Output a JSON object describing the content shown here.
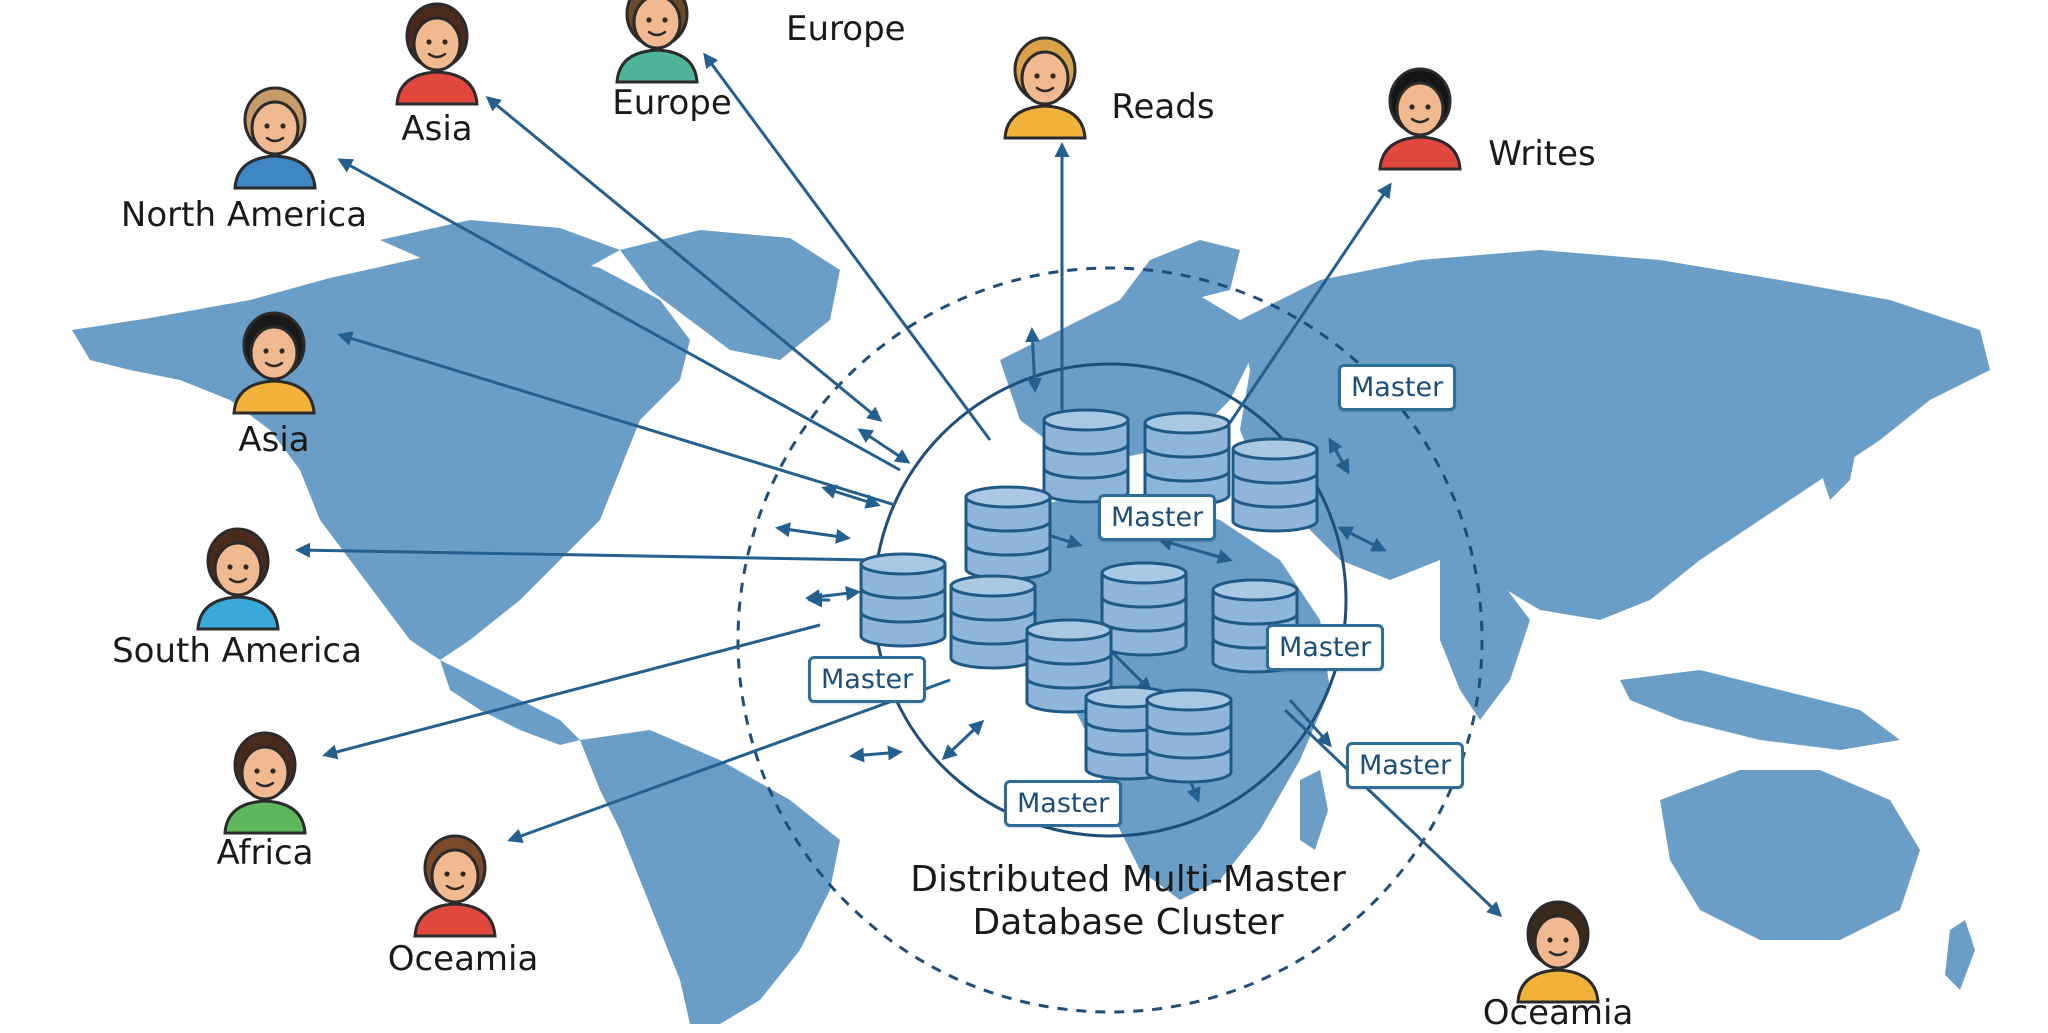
{
  "title": {
    "line1": "Distributed Multi-Master",
    "line2": "Database Cluster"
  },
  "users": [
    {
      "id": "asia-top",
      "label": "Asia"
    },
    {
      "id": "europe-top",
      "label": "Europe"
    },
    {
      "id": "europe-top-2",
      "label": "Europe"
    },
    {
      "id": "reads",
      "label": "Reads"
    },
    {
      "id": "writes",
      "label": "Writes"
    },
    {
      "id": "north-america",
      "label": "North America"
    },
    {
      "id": "asia-left",
      "label": "Asia"
    },
    {
      "id": "south-america",
      "label": "South America"
    },
    {
      "id": "africa",
      "label": "Africa"
    },
    {
      "id": "oceania-left",
      "label": "Oceamia"
    },
    {
      "id": "oceania-right",
      "label": "Oceamia"
    }
  ],
  "master_nodes": [
    {
      "label": "Master"
    },
    {
      "label": "Master"
    },
    {
      "label": "Master"
    },
    {
      "label": "Master"
    },
    {
      "label": "Master"
    },
    {
      "label": "Master"
    }
  ],
  "colors": {
    "map": "#6a9ec7",
    "arrow": "#245f8d",
    "db_fill": "#8fb6d8",
    "db_stroke": "#1f5a87",
    "skin": "#f1b98f",
    "outline": "#2b2b2b"
  }
}
